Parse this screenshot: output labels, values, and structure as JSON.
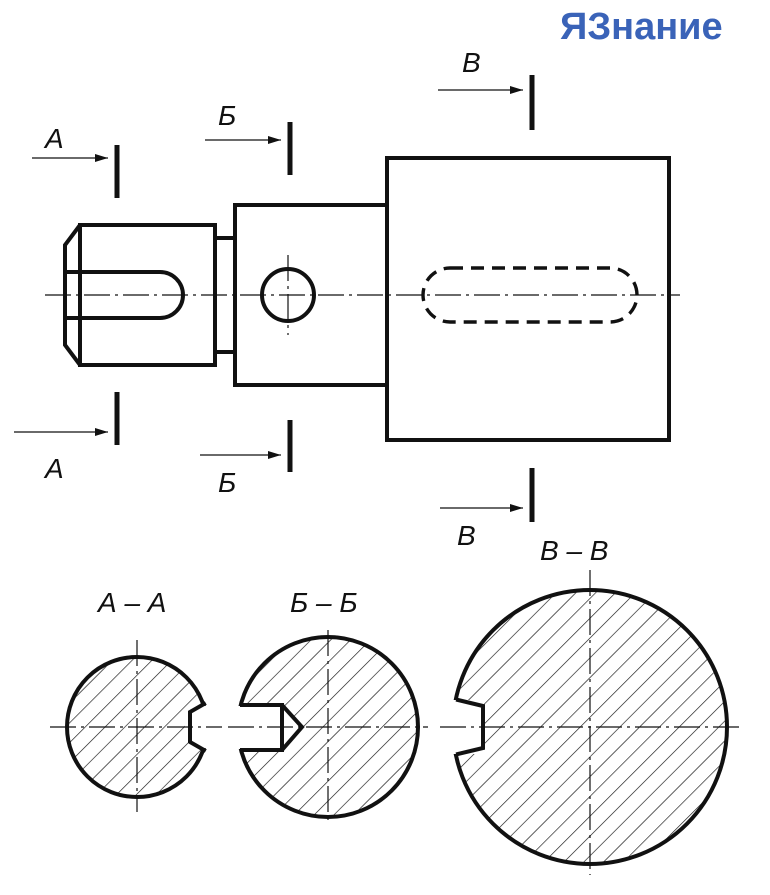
{
  "watermark": "ЯЗнание",
  "cutting_planes": {
    "a_top": "А",
    "a_bottom": "А",
    "b_top": "Б",
    "b_bottom": "Б",
    "v_top": "В",
    "v_bottom": "В"
  },
  "sections": {
    "a": "А – А",
    "b": "Б – Б",
    "v": "В – В"
  }
}
